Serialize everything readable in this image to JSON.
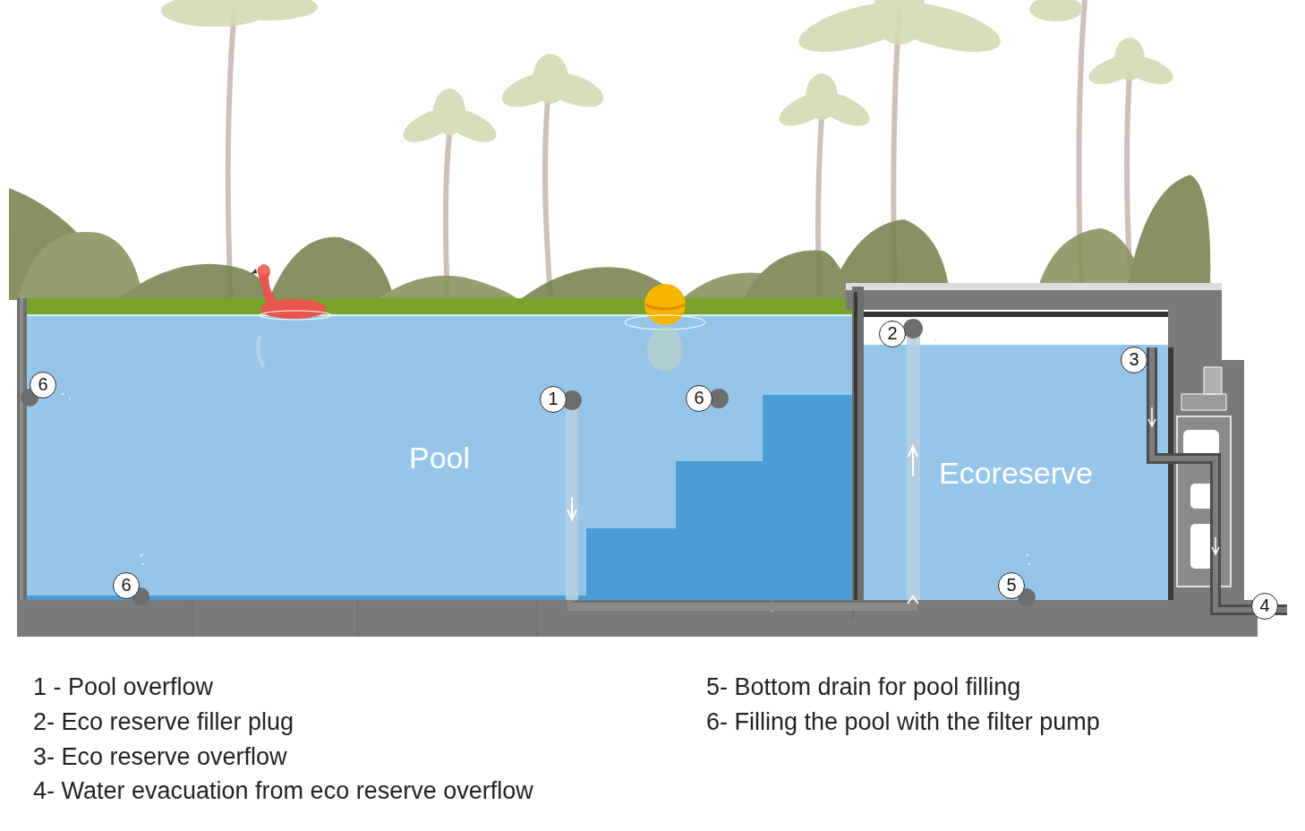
{
  "diagram": {
    "nodes": [
      {
        "text": [
          "Pool"
        ]
      },
      {
        "text": [
          "Ecoreserve"
        ]
      }
    ],
    "edges": [
      {
        "from": 0,
        "to": 1,
        "arrow": "to"
      }
    ],
    "labels": [
      "1",
      "2",
      "3",
      "4",
      "5",
      "6",
      "6",
      "6",
      "1 - Pool overflow",
      "2- Eco reserve filler plug",
      "3- Eco reserve overflow",
      "4- Water evacuation from eco reserve overflow",
      "5- Bottom drain for pool filling",
      "6- Filling the pool with the filter pump"
    ]
  }
}
